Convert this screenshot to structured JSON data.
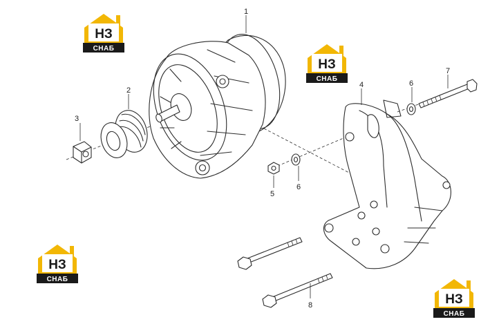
{
  "logo": {
    "top_text": "НЗ",
    "bottom_text": "СНАБ",
    "accent_color": "#f2b705",
    "dark_color": "#1a1a1a"
  },
  "callouts": [
    {
      "id": "alternator",
      "label": "1"
    },
    {
      "id": "pulley",
      "label": "2"
    },
    {
      "id": "nut",
      "label": "3"
    },
    {
      "id": "bracket",
      "label": "4"
    },
    {
      "id": "nut-small",
      "label": "5"
    },
    {
      "id": "washer-lower",
      "label": "6"
    },
    {
      "id": "washer-upper",
      "label": "6"
    },
    {
      "id": "bolt-long",
      "label": "7"
    },
    {
      "id": "bolt-lower",
      "label": "8"
    }
  ]
}
